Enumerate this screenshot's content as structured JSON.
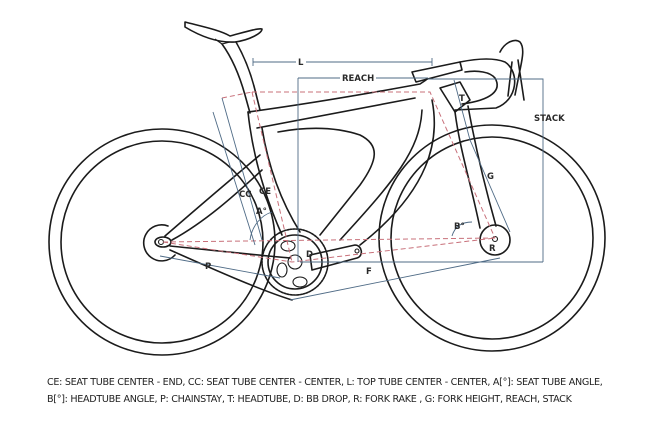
{
  "diagram": {
    "title": "Bike geometry diagram",
    "labels": {
      "L": "L",
      "REACH": "REACH",
      "STACK": "STACK",
      "T": "T",
      "G": "G",
      "CC": "CC",
      "CE": "CE",
      "A": "A°",
      "B": "B°",
      "P": "P",
      "D": "D",
      "F": "F",
      "R": "R"
    },
    "colors": {
      "frame_line": "#1b1b1b",
      "dimension_line": "#4f6b86",
      "centerline_dashed": "#c8707a",
      "background": "#ffffff"
    }
  },
  "legend": {
    "text": "CE: SEAT TUBE CENTER - END, CC: SEAT TUBE CENTER - CENTER, L: TOP TUBE CENTER - CENTER, A[°]: SEAT TUBE ANGLE, B[°]: HEADTUBE ANGLE, P: CHAINSTAY, T: HEADTUBE, D: BB DROP, R: FORK RAKE , G: FORK HEIGHT, REACH, STACK"
  }
}
